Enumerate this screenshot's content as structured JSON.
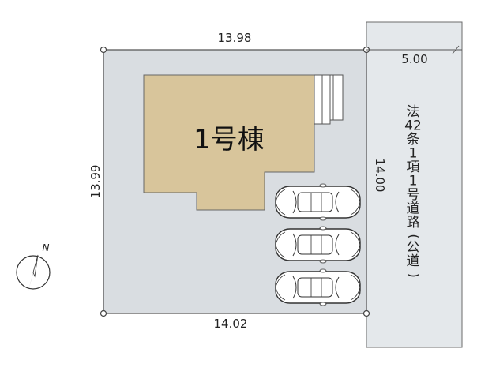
{
  "plot": {
    "top_length": "13.98",
    "bottom_length": "14.02",
    "left_length": "13.99",
    "right_length": "14.00"
  },
  "road": {
    "width": "5.00",
    "label_chars": [
      "法",
      "42",
      "条",
      "1",
      "項",
      "1",
      "号",
      "道",
      "路",
      "(",
      "公",
      "道",
      ")"
    ]
  },
  "building": {
    "label": "1号棟"
  },
  "compass": {
    "label": "N"
  },
  "parking": {
    "car_count": 3
  },
  "colors": {
    "plot_fill": "#d9dde1",
    "road_fill": "#e4e8eb",
    "building_fill": "#d8c59b",
    "outline": "#555555"
  }
}
